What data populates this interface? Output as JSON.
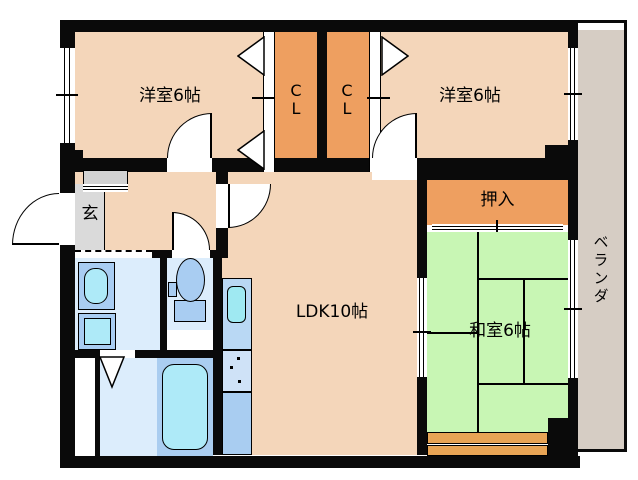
{
  "plan": {
    "type": "apartment-floor-plan",
    "rooms": {
      "bedroom1": {
        "label": "洋室6帖"
      },
      "bedroom2": {
        "label": "洋室6帖"
      },
      "closet_left": {
        "label": "C\nL"
      },
      "closet_right": {
        "label": "C\nL"
      },
      "oshiire": {
        "label": "押入"
      },
      "washitsu": {
        "label": "和室6帖"
      },
      "ldk": {
        "label": "LDK10帖"
      },
      "genkan": {
        "label": "玄"
      },
      "veranda": {
        "label": "ベランダ"
      }
    },
    "colors": {
      "wall": "#0a0a0a",
      "room_peach": "#f4d6ba",
      "closet_orange": "#ee9f60",
      "tatami_green": "#c8f6b4",
      "veranda_grey": "#d6cdc4",
      "genkan_grey": "#dadada",
      "wetroom_light_blue": "#dcedfc",
      "fixture_blue": "#a9cdf2",
      "bath_blue": "#aacdf0",
      "tub_cyan": "#aeeaf8",
      "kitchen_blue": "#b9d8f4"
    }
  }
}
